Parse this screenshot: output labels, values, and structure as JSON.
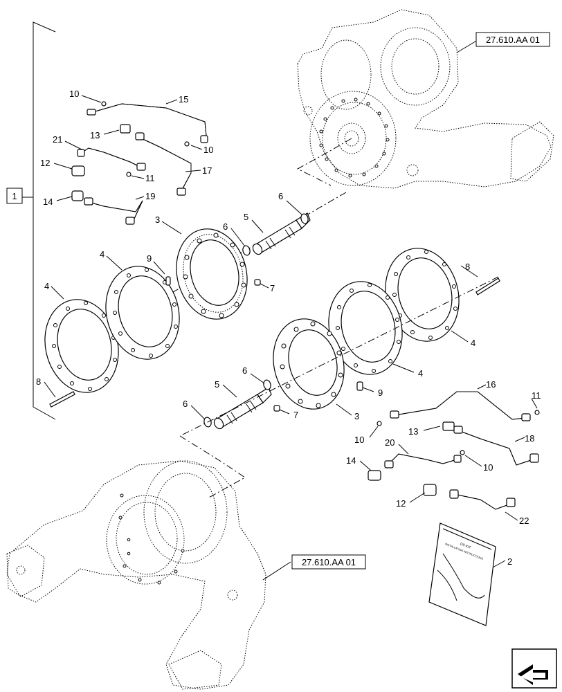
{
  "diagram": {
    "bracket_item": "1",
    "reference_top": "27.610.AA 01",
    "reference_bottom": "27.610.AA 01",
    "manual_title_line1": "DS KIT",
    "manual_title_line2": "INSTALLATION INSTRUCTIONS",
    "callouts": {
      "c2": "2",
      "c3a": "3",
      "c3b": "3",
      "c4a": "4",
      "c4b": "4",
      "c4c": "4",
      "c4d": "4",
      "c5a": "5",
      "c5b": "5",
      "c6a": "6",
      "c6b": "6",
      "c6c": "6",
      "c6d": "6",
      "c7a": "7",
      "c7b": "7",
      "c8a": "8",
      "c8b": "8",
      "c9a": "9",
      "c9b": "9",
      "c10a": "10",
      "c10b": "10",
      "c10c": "10",
      "c10d": "10",
      "c11a": "11",
      "c11b": "11",
      "c12a": "12",
      "c12b": "12",
      "c13a": "13",
      "c13b": "13",
      "c14a": "14",
      "c14b": "14",
      "c15": "15",
      "c16": "16",
      "c17": "17",
      "c18": "18",
      "c19": "19",
      "c20": "20",
      "c21": "21",
      "c22": "22"
    }
  }
}
